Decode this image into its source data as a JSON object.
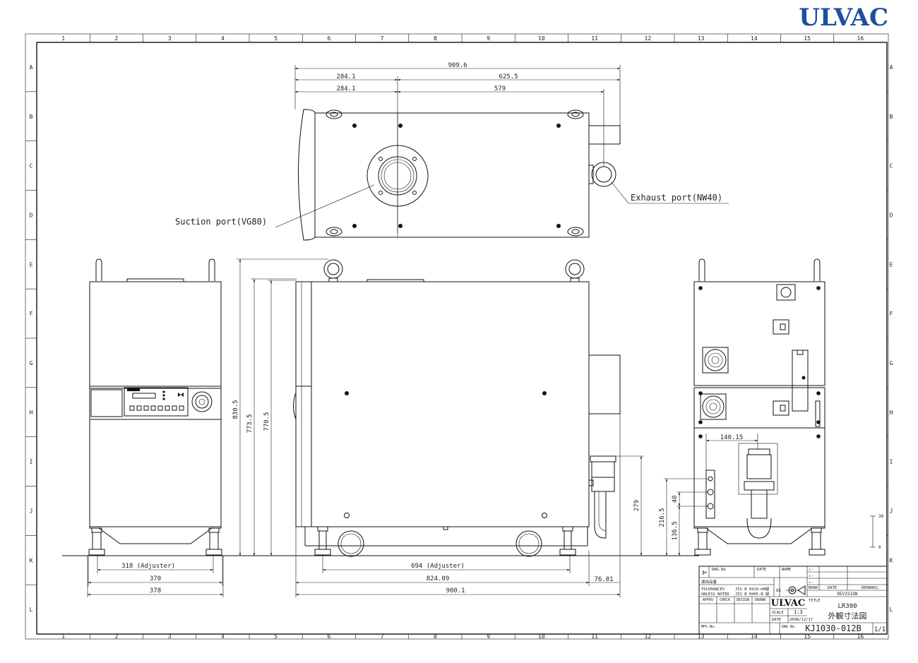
{
  "brand": {
    "logo": "ULVAC",
    "logo_color": "#1f4e9c"
  },
  "border": {
    "columns": [
      "1",
      "2",
      "3",
      "4",
      "5",
      "6",
      "7",
      "8",
      "9",
      "10",
      "11",
      "12",
      "13",
      "14",
      "15",
      "16"
    ],
    "rows": [
      "A",
      "B",
      "C",
      "D",
      "E",
      "F",
      "G",
      "H",
      "I",
      "J",
      "K",
      "L"
    ]
  },
  "top_view": {
    "dims": [
      "909.6",
      "284.1",
      "625.5",
      "284.1",
      "579"
    ],
    "suction_callout": "Suction port(VG80)",
    "exhaust_callout": "Exhaust port(NW40)"
  },
  "front_view": {
    "adjuster": "318 (Adjuster)",
    "width_inner": "370",
    "width_outer": "378"
  },
  "side_view": {
    "heights": [
      "830.5",
      "773.5",
      "770.5",
      "279"
    ],
    "adjuster": "694 (Adjuster)",
    "length_body": "824.09",
    "length_total": "900.1",
    "exhaust_offset": "76.01"
  },
  "rear_view": {
    "dims": [
      "140.15",
      "40",
      "216.5",
      "136.5"
    ],
    "scale_ticks": [
      "30",
      "0"
    ]
  },
  "title_block": {
    "dwg_no_label": "DWG.No",
    "date_label": "DATE",
    "name_label": "NAME",
    "rev_marks": [
      "⚠-",
      "⚠-",
      "⚠-"
    ],
    "applied_label": "適用品番",
    "size_label": "A1",
    "tol1": "TOLERANCES",
    "tol2": "UNLESS NOTED",
    "jis1": "JIS B 0419-mH級",
    "jis2": "JIS B 0405-B 級",
    "mark_label": "MARK",
    "rev_date_label": "DATE",
    "remarks_label": "REMARKS",
    "revision_label": "REVISION",
    "approval_headers": [
      "APPRV",
      "CHECK",
      "DESIGN",
      "DRAWN"
    ],
    "title_label": "TITLE",
    "scale_label": "SCALE",
    "scale_value": "1:3",
    "date_value": "2008/12/17",
    "logo": "ULVAC",
    "model": "LR300",
    "title_text": "外観寸法図",
    "mfg_label": "MFG No.",
    "dwg_label": "DWG No.",
    "dwg_number": "KJ1030-012B",
    "sheet": "1/1"
  }
}
